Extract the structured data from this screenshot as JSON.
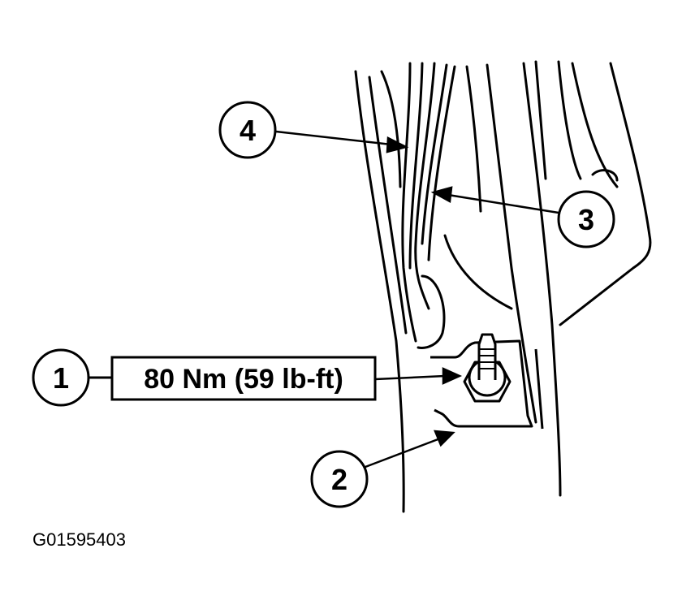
{
  "callouts": [
    {
      "id": "1",
      "label": "1"
    },
    {
      "id": "2",
      "label": "2"
    },
    {
      "id": "3",
      "label": "3"
    },
    {
      "id": "4",
      "label": "4"
    }
  ],
  "torque_spec": "80 Nm (59 lb-ft)",
  "figure_id": "G01595403",
  "colors": {
    "line": "#000000",
    "background": "#ffffff"
  }
}
